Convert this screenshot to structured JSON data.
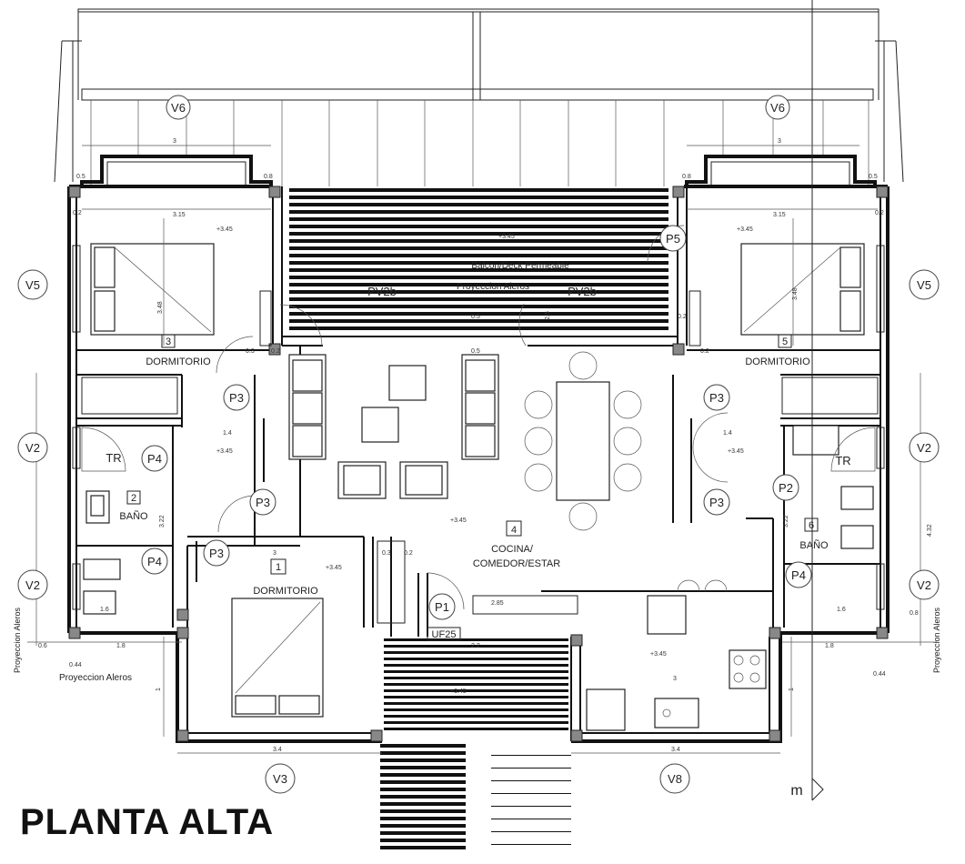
{
  "title": "PLANTA ALTA",
  "rooms": [
    {
      "number": "3",
      "name": "DORMITORIO"
    },
    {
      "number": "5",
      "name": "DORMITORIO"
    },
    {
      "number": "2",
      "name": "BAÑO"
    },
    {
      "number": "6",
      "name": "BAÑO"
    },
    {
      "number": "1",
      "name": "DORMITORIO"
    },
    {
      "number": "4",
      "name_line1": "COCINA/",
      "name_line2": "COMEDOR/ESTAR"
    }
  ],
  "tags": {
    "tr_left": "TR",
    "tr_right": "TR",
    "p1": "P1",
    "p2": "P2",
    "p3": "P3",
    "p4": "P4",
    "p5": "P5",
    "pv2b": "PV2b",
    "uf25": "UF25",
    "v2": "V2",
    "v3": "V3",
    "v5": "V5",
    "v6": "V6",
    "v8": "V8"
  },
  "annotations": {
    "balcony": "Balcon/Deck Permeable",
    "projection": "Proyeccion Aleros",
    "north": "m"
  },
  "dimensions": {
    "d315": "3.15",
    "d3": "3",
    "d34": "3.4",
    "d14": "1.4",
    "d16": "1.6",
    "d18": "1.8",
    "d08": "0.8",
    "d06": "0.6",
    "d02": "0.2",
    "d05": "0.5",
    "d03": "0.3",
    "d044": "0.44",
    "d285": "2.85",
    "d22": "2.2",
    "d348": "3.48",
    "d432": "4.32",
    "d322": "3.22",
    "d1": "1",
    "d25": "2.5"
  },
  "levels": {
    "nivel": "+3.45"
  }
}
